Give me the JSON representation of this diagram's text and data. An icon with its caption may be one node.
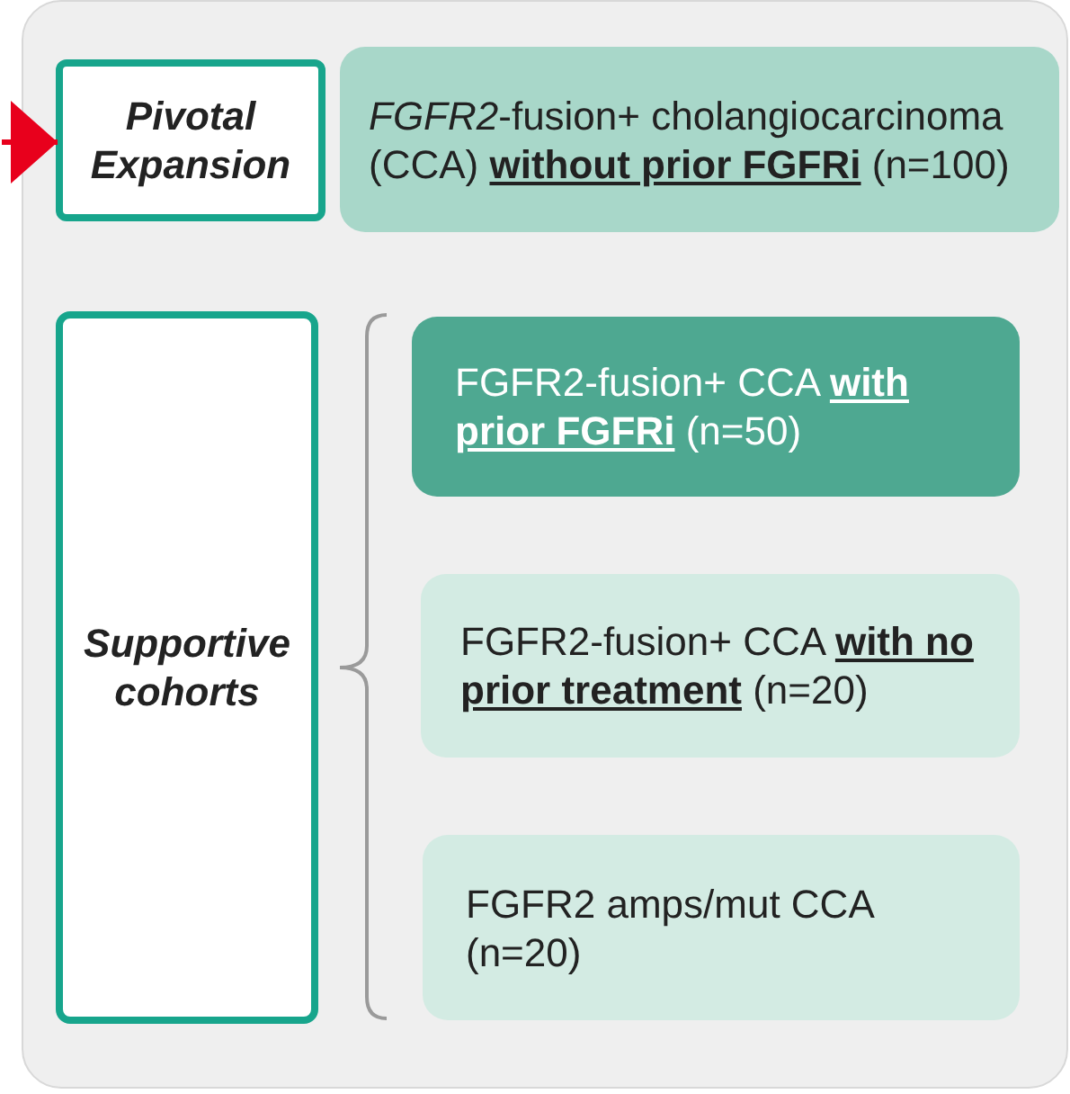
{
  "diagram": {
    "nodes": [
      {
        "text": [],
        "shape": "box"
      },
      {
        "text": [
          "Pivotal Expansion"
        ],
        "in": 0
      },
      {
        "text": [
          "*FGFR2*-fusion+ cholangiocarcinoma (CCA) **without prior FGFRi** (n=100)"
        ],
        "in": 0
      },
      {
        "text": [
          "Supportive cohorts"
        ],
        "in": 0
      },
      {
        "text": [
          "FGFR2-fusion+ CCA **with prior FGFRi** (n=50)"
        ],
        "in": 0
      },
      {
        "text": [
          "FGFR2-fusion+ CCA **with no prior treatment** (n=20)"
        ],
        "in": 0
      },
      {
        "text": [
          "FGFR2 amps/mut CCA (n=20)"
        ],
        "in": 0
      }
    ],
    "edges": [
      {
        "from": null,
        "to": 1,
        "arrow": "to",
        "color": "#e8001c"
      }
    ]
  }
}
